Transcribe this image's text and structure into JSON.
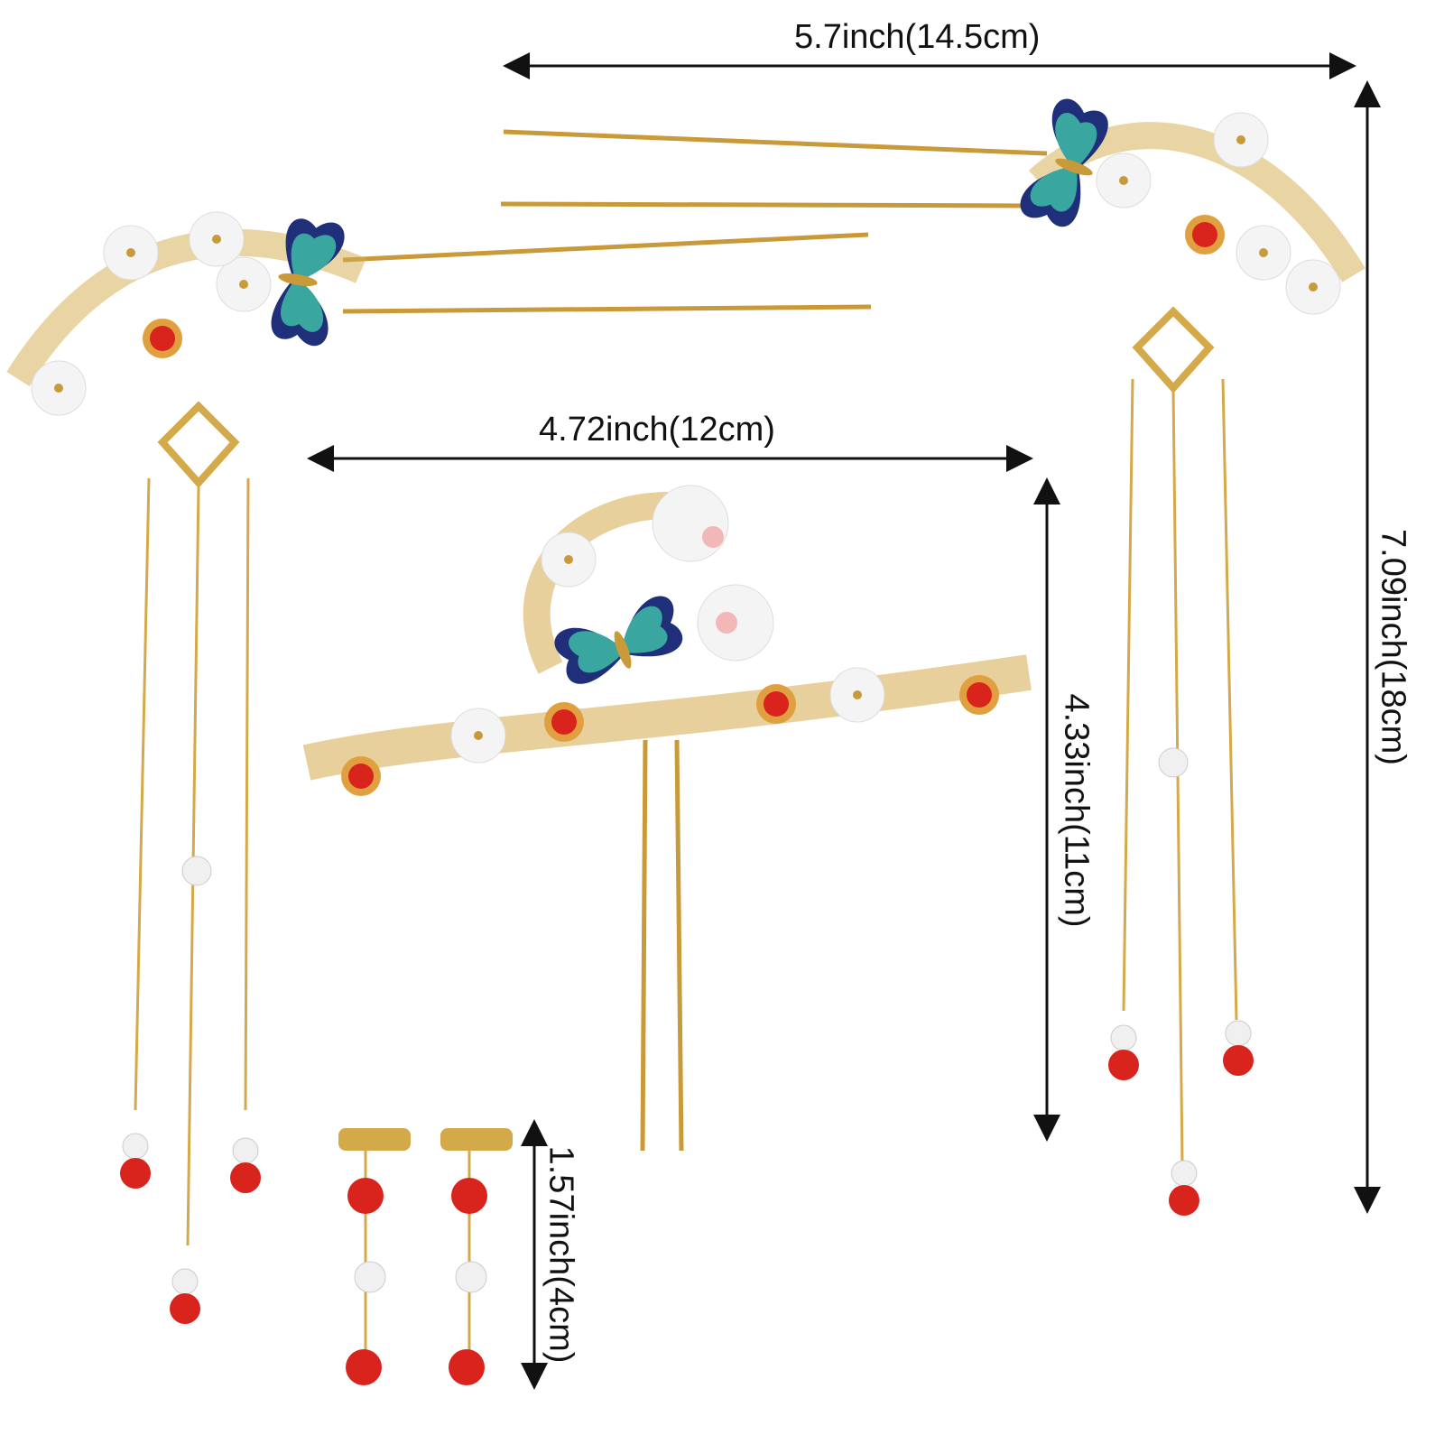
{
  "dimensions": {
    "hairstick_length": "5.7inch(14.5cm)",
    "hairstick_height": "7.09inch(18cm)",
    "hairpin_width": "4.72inch(12cm)",
    "hairpin_height": "4.33inch(11cm)",
    "earring_length": "1.57inch(4cm)"
  },
  "colors": {
    "gold": "#d4a94a",
    "blue": "#1f2f7a",
    "teal": "#3aa6a0",
    "red": "#d8241c",
    "pearl": "#f2f2f2"
  }
}
